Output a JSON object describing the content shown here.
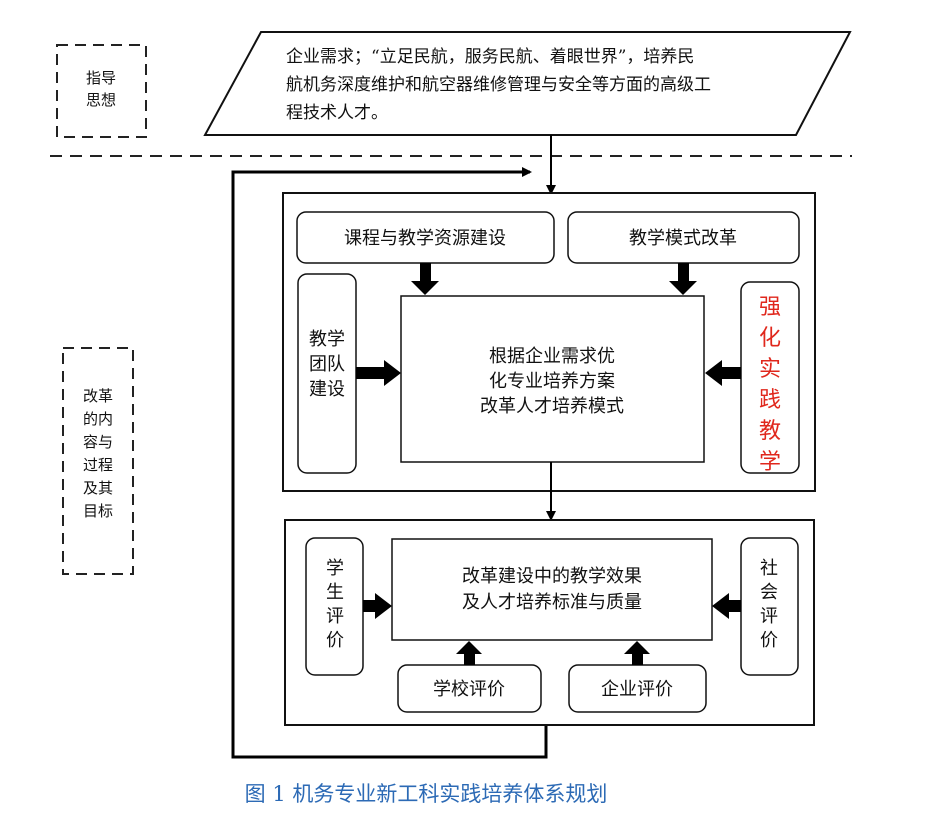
{
  "guiding_label": [
    "指导",
    "思想"
  ],
  "reform_label": [
    "改革",
    "的内",
    "容与",
    "过程",
    "及其",
    "目标"
  ],
  "top_box": [
    "企业需求；“立足民航，服务民航、着眼世界”，培养民",
    "航机务深度维护和航空器维修管理与安全等方面的高级工",
    "程技术人才。"
  ],
  "upper": {
    "course": "课程与教学资源建设",
    "teaching_mode": "教学模式改革",
    "team": [
      "教学",
      "团队",
      "建设"
    ],
    "practice": [
      "强",
      "化",
      "实",
      "践",
      "教",
      "学"
    ],
    "center": [
      "根据企业需求优",
      "化专业培养方案",
      "改革人才培养模式"
    ]
  },
  "lower": {
    "student": [
      "学",
      "生",
      "评",
      "价"
    ],
    "society": [
      "社",
      "会",
      "评",
      "价"
    ],
    "center": [
      "改革建设中的教学效果",
      "及人才培养标准与质量"
    ],
    "school": "学校评价",
    "enterprise": "企业评价"
  },
  "caption": "图 1 机务专业新工科实践培养体系规划",
  "colors": {
    "accent_red": "#e0271c",
    "caption_blue": "#2c6ab5"
  }
}
